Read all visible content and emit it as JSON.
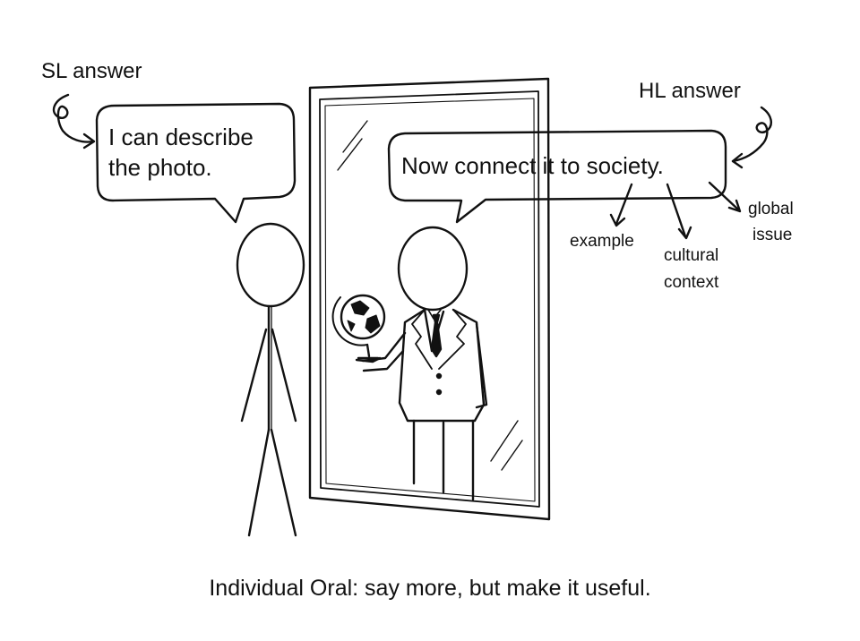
{
  "labels": {
    "sl": "SL answer",
    "hl": "HL answer"
  },
  "bubbles": {
    "sl_line1": "I can describe",
    "sl_line2": "the photo.",
    "hl": "Now connect it to society."
  },
  "branches": {
    "example": "example",
    "cultural_line1": "cultural",
    "cultural_line2": "context",
    "global_line1": "global",
    "global_line2": "issue"
  },
  "caption": "Individual Oral: say more, but make it useful."
}
